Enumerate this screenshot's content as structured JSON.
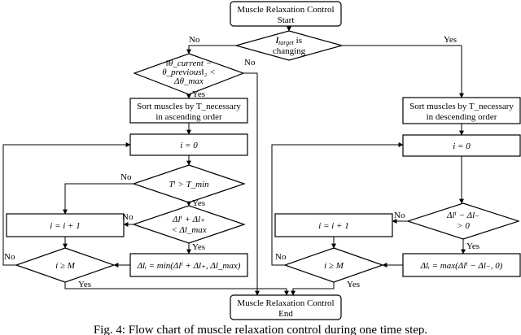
{
  "flowchart": {
    "start_line1": "Muscle Relaxation Control",
    "start_line2": "Start",
    "end_line1": "Muscle Relaxation Control",
    "end_line2": "End",
    "d_changing_l1": "l",
    "d_changing_sub": "target",
    "d_changing_l1_tail": " is",
    "d_changing_l2": "changing",
    "d_theta_l1": "‖θ_current −",
    "d_theta_l2": "θ_previous‖₂ <",
    "d_theta_l3": "Δθ_max",
    "sort_asc_l1": "Sort muscles by T_necessary",
    "sort_asc_l2": "in ascending order",
    "sort_desc_l1": "Sort muscles by T_necessary",
    "sort_desc_l2": "in descending order",
    "init_left": "i = 0",
    "init_right": "i = 0",
    "d_tmin": "Tⁱ > T_min",
    "d_dl_plus_l1": "Δlⁱ + Δl₊",
    "d_dl_plus_l2": "< Δl_max",
    "incr_left": "i = i + 1",
    "incr_right": "i = i + 1",
    "d_ge_left": "i ≥ M",
    "d_ge_right": "i ≥ M",
    "assign_max": "Δlᵢ = min(Δlⁱ + Δl₊, Δl_max)",
    "d_dl_minus_l1": "Δlⁱ − Δl₋",
    "d_dl_minus_l2": "> 0",
    "assign_zero": "Δlᵢ = max(Δlⁱ − Δl₋, 0)",
    "yes": "Yes",
    "no": "No"
  },
  "caption": "Fig. 4: Flow chart of muscle relaxation control during one time step."
}
